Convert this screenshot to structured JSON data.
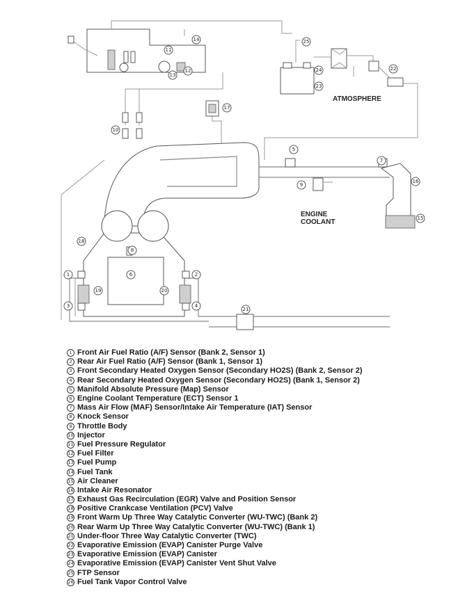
{
  "labels": {
    "atmosphere": "ATMOSPHERE",
    "engine_coolant_1": "ENGINE",
    "engine_coolant_2": "COOLANT"
  },
  "callouts": {
    "c1": "1",
    "c2": "2",
    "c3": "3",
    "c4": "4",
    "c5": "5",
    "c6": "6",
    "c7": "7",
    "c8": "8",
    "c9": "9",
    "c10": "10",
    "c11": "11",
    "c12": "12",
    "c13": "13",
    "c14": "14",
    "c15": "15",
    "c16": "16",
    "c17": "17",
    "c18": "18",
    "c19": "19",
    "c20": "20",
    "c21": "21",
    "c22": "22",
    "c23": "23",
    "c24": "24",
    "c25": "25"
  },
  "legend": [
    {
      "n": "1",
      "text": "Front Air Fuel Ratio (A/F) Sensor (Bank 2, Sensor 1)"
    },
    {
      "n": "2",
      "text": "Rear Air Fuel Ratio (A/F) Sensor (Bank 1, Sensor 1)"
    },
    {
      "n": "3",
      "text": "Front Secondary Heated Oxygen Sensor (Secondary HO2S) (Bank 2, Sensor 2)"
    },
    {
      "n": "4",
      "text": "Rear Secondary Heated Oxygen Sensor (Secondary HO2S) (Bank 1, Sensor 2)"
    },
    {
      "n": "5",
      "text": "Manifold Absolute Pressure (Map) Sensor"
    },
    {
      "n": "6",
      "text": "Engine Coolant Temperature (ECT) Sensor 1"
    },
    {
      "n": "7",
      "text": "Mass Air Flow (MAF) Sensor/Intake Air Temperature (IAT) Sensor"
    },
    {
      "n": "8",
      "text": "Knock Sensor"
    },
    {
      "n": "9",
      "text": "Throttle Body"
    },
    {
      "n": "10",
      "text": "Injector"
    },
    {
      "n": "11",
      "text": "Fuel Pressure Regulator"
    },
    {
      "n": "12",
      "text": "Fuel Filter"
    },
    {
      "n": "13",
      "text": "Fuel Pump"
    },
    {
      "n": "14",
      "text": "Fuel Tank"
    },
    {
      "n": "15",
      "text": "Air Cleaner"
    },
    {
      "n": "16",
      "text": "Intake Air Resonator"
    },
    {
      "n": "17",
      "text": "Exhaust Gas Recirculation (EGR) Valve and Position Sensor"
    },
    {
      "n": "18",
      "text": "Positive Crankcase Ventilation (PCV) Valve"
    },
    {
      "n": "19",
      "text": "Front Warm Up Three Way Catalytic Converter (WU-TWC) (Bank 2)"
    },
    {
      "n": "20",
      "text": "Rear Warm Up Three Way Catalytic Converter (WU-TWC) (Bank 1)"
    },
    {
      "n": "21",
      "text": "Under-floor Three Way Catalytic Converter (TWC)"
    },
    {
      "n": "22",
      "text": "Evaporative Emission (EVAP) Canister Purge Valve"
    },
    {
      "n": "23",
      "text": "Evaporative Emission (EVAP) Canister"
    },
    {
      "n": "24",
      "text": "Evaporative Emission (EVAP) Canister Vent Shut Valve"
    },
    {
      "n": "25",
      "text": "FTP Sensor"
    },
    {
      "n": "26",
      "text": "Fuel Tank Vapor Control Valve"
    }
  ]
}
